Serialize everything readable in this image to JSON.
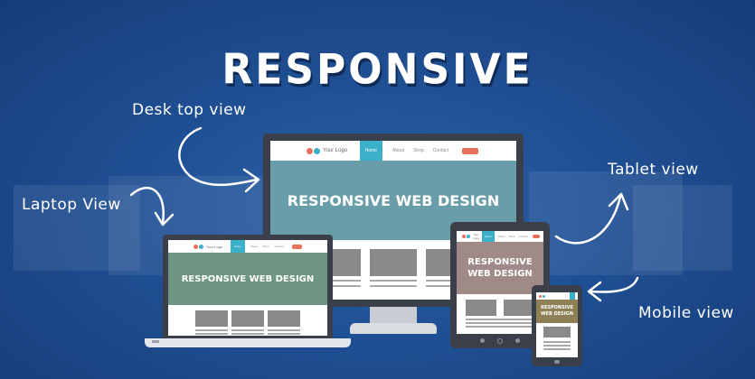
{
  "title": "RESPONSIVE",
  "labels": {
    "desktop": "Desk top view",
    "laptop": "Laptop View",
    "tablet": "Tablet view",
    "mobile": "Mobile view"
  },
  "site": {
    "logo": "Your Logo",
    "nav": [
      "Home",
      "About",
      "Shop",
      "Contact"
    ],
    "hero_text": "RESPONSIVE WEB DESIGN"
  },
  "colors": {
    "accent": "#3bb0c9",
    "button": "#e8705a",
    "desktop_hero": "#6a9daa",
    "laptop_hero": "#6e9683",
    "tablet_hero": "#a08a88",
    "mobile_hero": "#8f8155"
  }
}
